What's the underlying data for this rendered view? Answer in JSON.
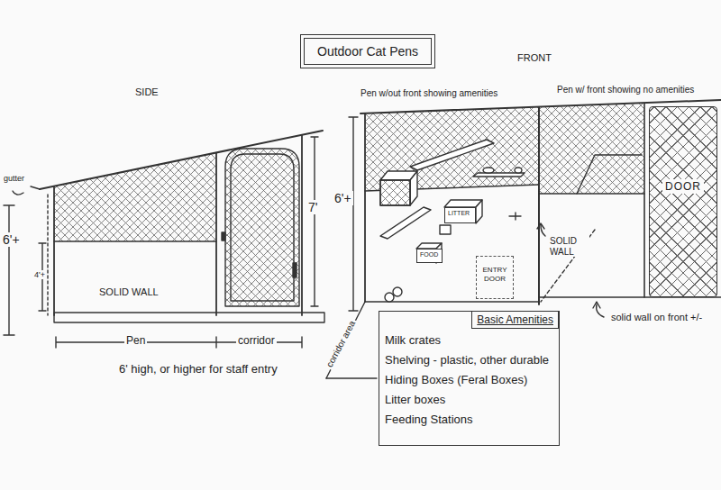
{
  "diagram": {
    "title": "Outdoor Cat Pens",
    "nodes": [
      {
        "text": [
          "DOOR"
        ]
      },
      {
        "text": [
          "LITTER"
        ]
      },
      {
        "text": [
          "FOOD"
        ]
      },
      {
        "text": [
          "ENTRY DOOR"
        ]
      },
      {
        "text": [
          "Basic Amenities",
          "Milk crates",
          "Shelving - plastic, other durable",
          "Hiding Boxes (Feral Boxes)",
          "Litter boxes",
          "Feeding Stations"
        ]
      }
    ],
    "labels": [
      "SIDE",
      "FRONT",
      "Pen w/out front showing amenities",
      "Pen w/ front showing no amenities",
      "gutter",
      "6'+",
      "4'+",
      "SOLID WALL",
      "7'",
      "Pen",
      "corridor",
      "6' high, or higher for staff entry",
      "6'+",
      "corridor area",
      "SOLID WALL",
      "solid wall on front +/-"
    ]
  }
}
